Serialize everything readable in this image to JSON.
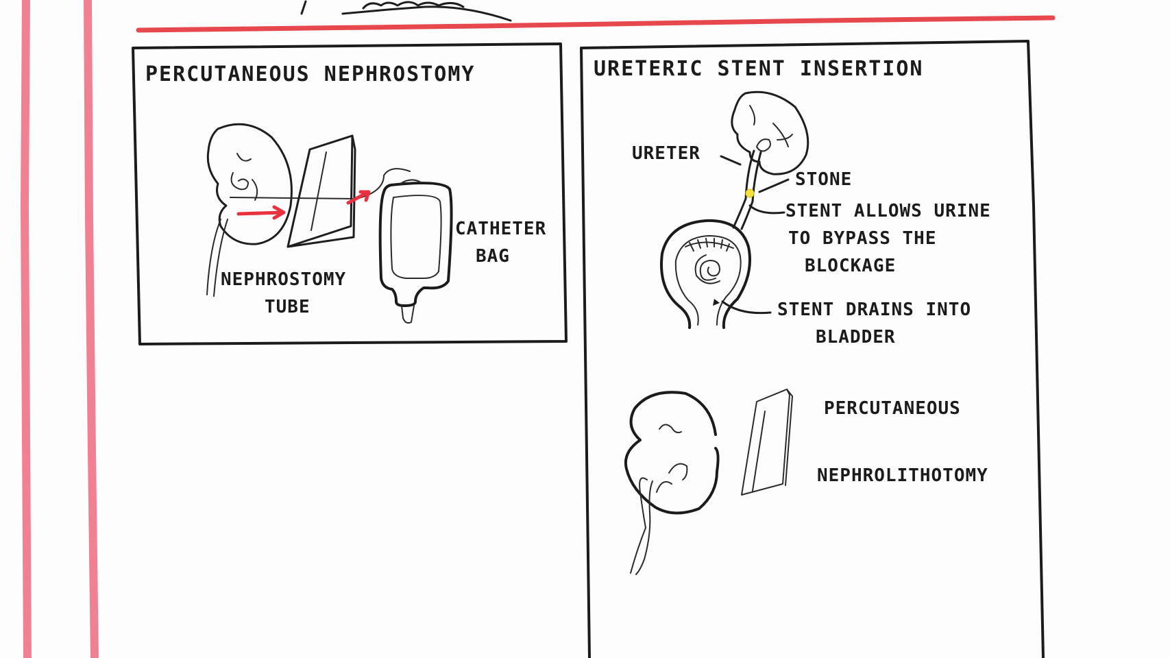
{
  "colors": {
    "ink": "#1b1b1b",
    "margin_red": "#f06a80",
    "rule_red": "#e6484e",
    "arrow_red": "#e8323f",
    "stone_yellow": "#f2e23a"
  },
  "panel_left": {
    "title": "PERCUTANEOUS NEPHROSTOMY",
    "label_tube_line1": "NEPHROSTOMY",
    "label_tube_line2": "TUBE",
    "label_bag_line1": "CATHETER",
    "label_bag_line2": "BAG"
  },
  "panel_right": {
    "title": "URETERIC STENT INSERTION",
    "label_ureter": "URETER",
    "label_stone": "STONE",
    "label_bypass_line1": "STENT ALLOWS URINE",
    "label_bypass_line2": "TO BYPASS THE",
    "label_bypass_line3": "BLOCKAGE",
    "label_drains_line1": "STENT DRAINS INTO",
    "label_drains_line2": "BLADDER",
    "label_pcnl_line1": "PERCUTANEOUS",
    "label_pcnl_line2": "NEPHROLITHOTOMY"
  }
}
